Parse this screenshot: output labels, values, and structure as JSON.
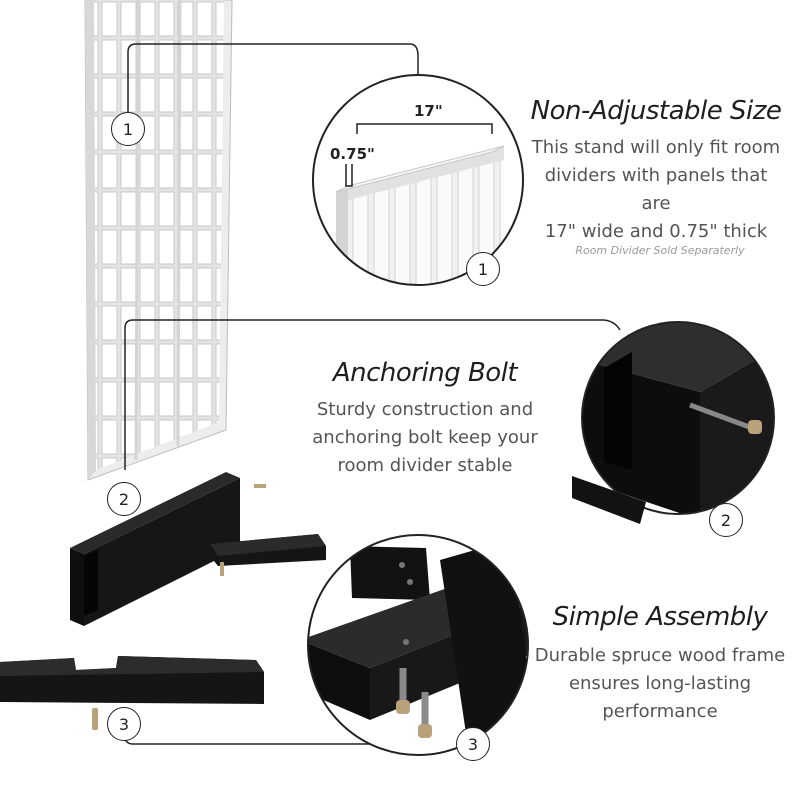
{
  "features": [
    {
      "number": "1",
      "title": "Non-Adjustable Size",
      "lines": [
        "This stand will only fit room",
        "dividers with panels that are",
        "17\" wide and 0.75\" thick"
      ],
      "note": "Room Divider Sold Separaterly",
      "dimensions": {
        "width": "17\"",
        "thickness": "0.75\""
      }
    },
    {
      "number": "2",
      "title": "Anchoring Bolt",
      "lines": [
        "Sturdy construction and",
        "anchoring bolt keep your",
        "room divider stable"
      ]
    },
    {
      "number": "3",
      "title": "Simple Assembly",
      "lines": [
        "Durable spruce wood frame",
        "ensures long-lasting",
        "performance"
      ]
    }
  ],
  "colors": {
    "wood": "#141414",
    "panel": "#e9e9e9",
    "bolt": "#b9a27a"
  }
}
